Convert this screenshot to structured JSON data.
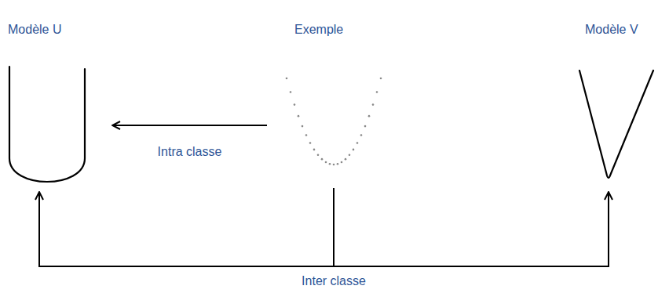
{
  "diagram": {
    "nodes": [
      {
        "text": [
          "Modèle U"
        ]
      },
      {
        "text": [
          "Exemple"
        ]
      },
      {
        "text": [
          "Modèle V"
        ]
      }
    ],
    "edges": [
      {
        "from": 1,
        "to": 0,
        "arrow": "to",
        "label": "Intra classe"
      },
      {
        "from": 1,
        "to": 0,
        "arrow": "to",
        "label": "Inter classe"
      },
      {
        "from": 1,
        "to": 2,
        "arrow": "to"
      }
    ]
  }
}
